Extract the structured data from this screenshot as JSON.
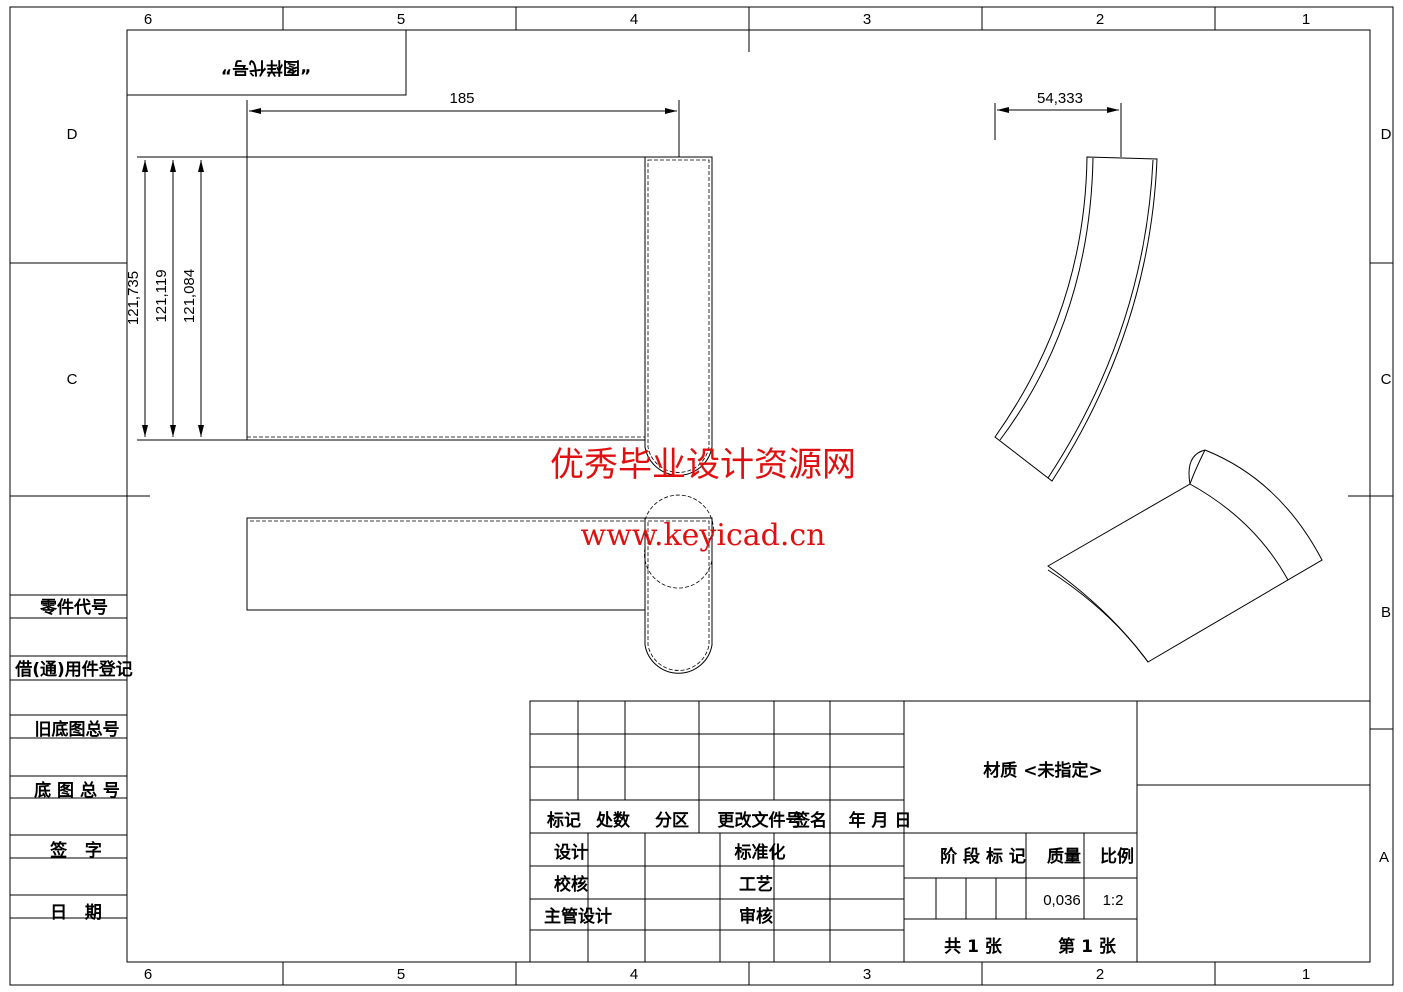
{
  "zones": {
    "columns": [
      "6",
      "5",
      "4",
      "3",
      "2",
      "1"
    ],
    "rows": [
      "D",
      "C",
      "B",
      "A"
    ]
  },
  "drawing_code_label": "“图样代号”",
  "dimensions": {
    "width_185": "185",
    "h1": "121,735",
    "h2": "121,119",
    "h3": "121,084",
    "iso_width": "54,333"
  },
  "watermark": {
    "line1": "优秀毕业设计资源网",
    "line2": "www.keyicad.cn",
    "color": "#e01010"
  },
  "side_stamp": [
    "零件代号",
    "借(通)用件登记",
    "旧底图总号",
    "底 图 总 号",
    "签   字",
    "日   期"
  ],
  "title_block": {
    "revision_headers": [
      "标记",
      "处数",
      "分区",
      "更改文件号",
      "签名",
      "年 月 日"
    ],
    "roles_left": [
      "设计",
      "校核",
      "主管设计"
    ],
    "roles_right": [
      "标准化",
      "工艺",
      "审核"
    ],
    "material": "材质 <未指定>",
    "stage_label": "阶 段 标 记",
    "mass_label": "质量",
    "scale_label": "比例",
    "mass_value": "0,036",
    "scale_value": "1:2",
    "total_sheets": "共 1 张",
    "sheet_no": "第 1 张"
  }
}
